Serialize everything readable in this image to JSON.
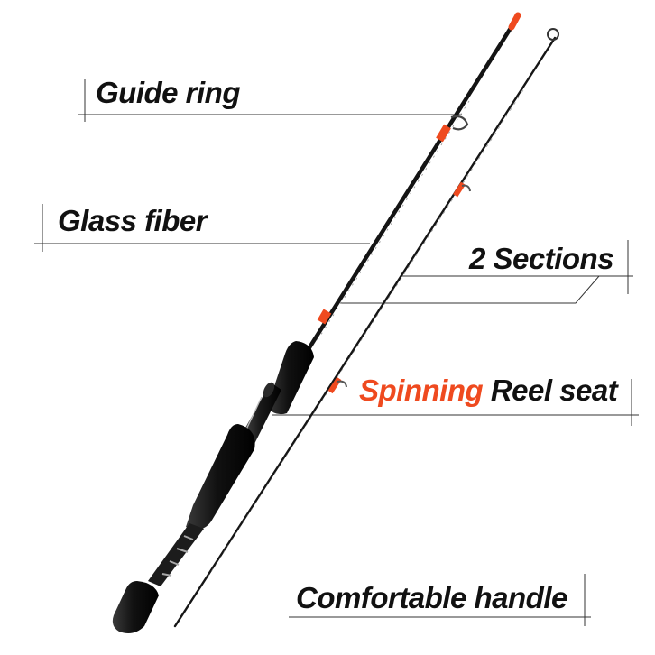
{
  "labels": {
    "guide_ring": "Guide ring",
    "glass_fiber": "Glass fiber",
    "sections": "2 Sections",
    "reel_seat_accent": "Spinning",
    "reel_seat_rest": "Reel seat",
    "handle": "Comfortable handle"
  },
  "colors": {
    "accent": "#ef4a1f",
    "rod": "#161616",
    "text": "#111111",
    "callout_line": "#333333"
  }
}
